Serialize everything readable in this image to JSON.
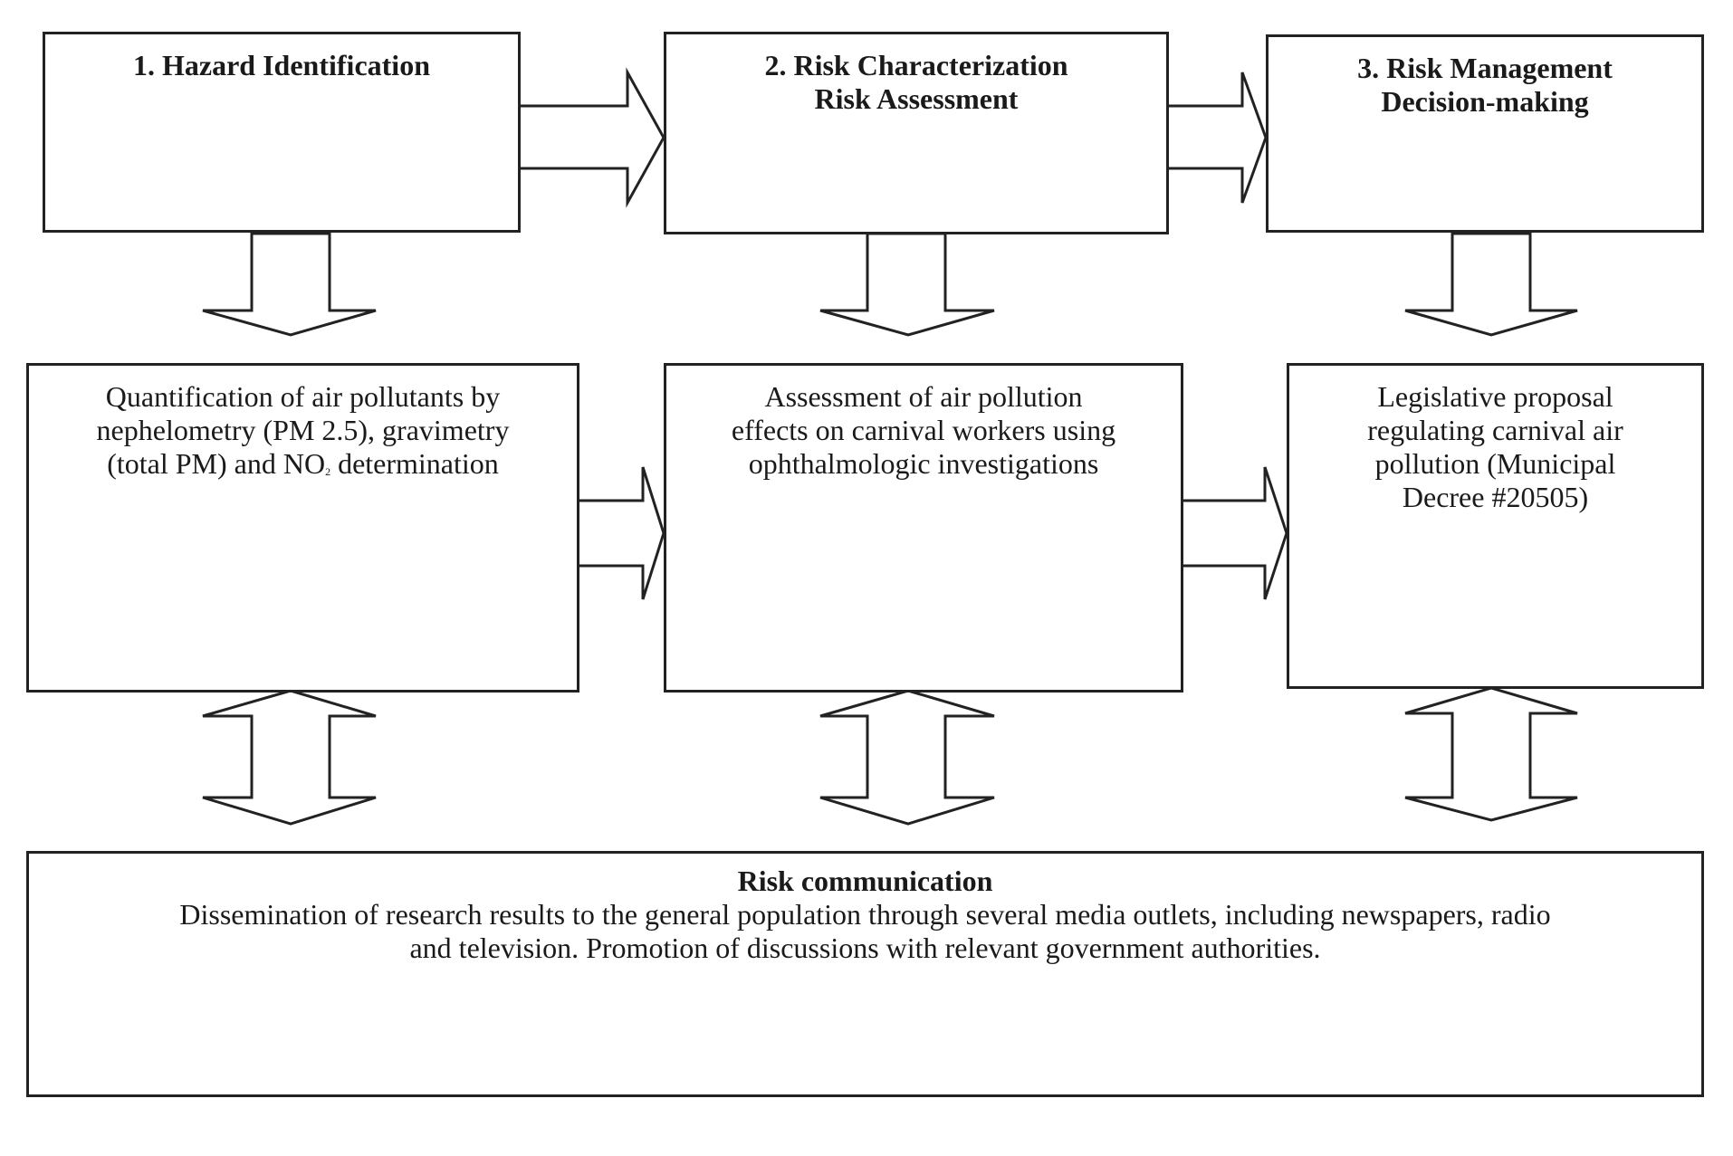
{
  "steps": [
    {
      "title_lines": [
        "1. Hazard Identification"
      ]
    },
    {
      "title_lines": [
        "2. Risk Characterization",
        "Risk Assessment"
      ]
    },
    {
      "title_lines": [
        "3. Risk Management",
        "Decision-making"
      ]
    }
  ],
  "details": [
    {
      "lines": [
        "Quantification of air pollutants by",
        "nephelometry (PM 2.5), gravimetry",
        "(total PM) and NO",
        "2",
        " determination"
      ]
    },
    {
      "lines": [
        "Assessment of air pollution",
        "effects on carnival workers using",
        "ophthalmologic investigations"
      ]
    },
    {
      "lines": [
        "Legislative proposal",
        "regulating carnival air",
        "pollution (Municipal",
        "Decree #20505)"
      ]
    }
  ],
  "communication": {
    "title": "Risk communication",
    "lines": [
      "Dissemination of research results to the general population through several media outlets, including newspapers, radio",
      "and television. Promotion of discussions with relevant government authorities."
    ]
  }
}
